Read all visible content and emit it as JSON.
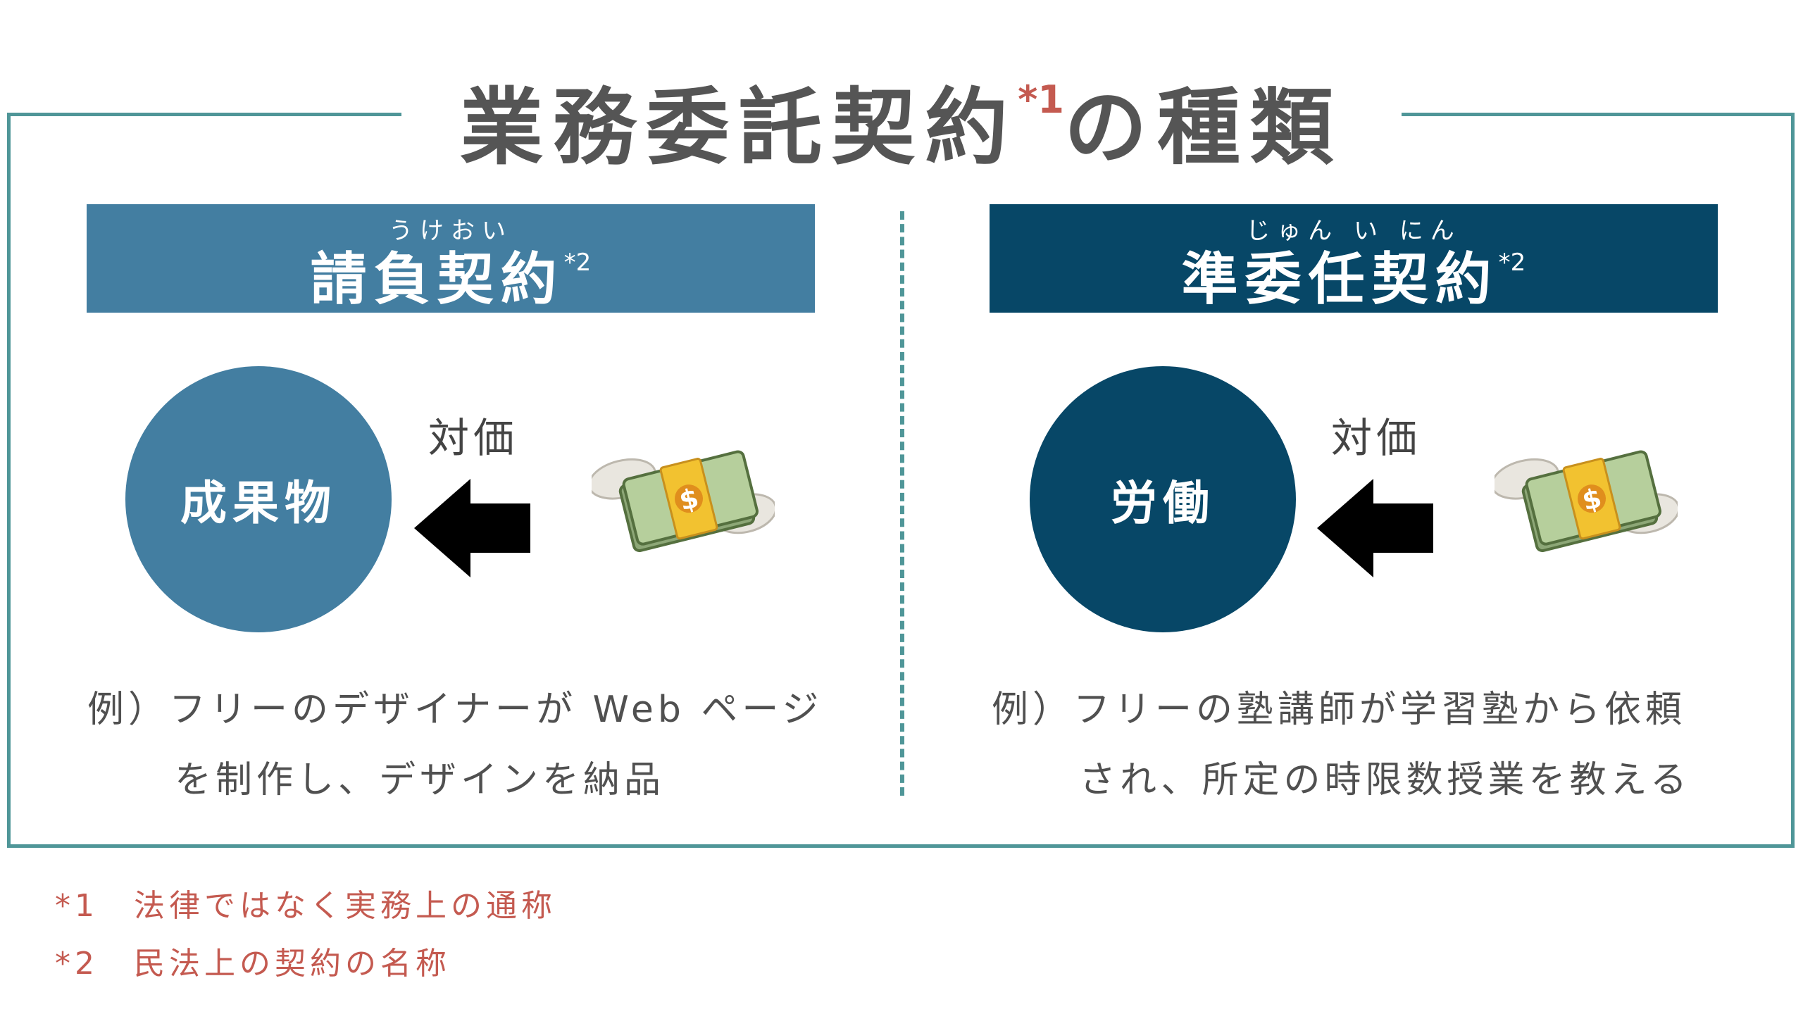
{
  "title": {
    "main": "業務委託契約",
    "sup": "*1",
    "suffix": "の種類"
  },
  "left": {
    "ruby": "うけおい",
    "name": "請負契約",
    "sup": "*2",
    "circle": "成果物",
    "price_label": "対価",
    "example_line1": "例）フリーのデザイナーが Web ページ",
    "example_line2": "を制作し、デザインを納品"
  },
  "right": {
    "ruby": "じゅん い にん",
    "name": "準委任契約",
    "sup": "*2",
    "circle": "労働",
    "price_label": "対価",
    "example_line1": "例）フリーの塾講師が学習塾から依頼",
    "example_line2": "され、所定の時限数授業を教える"
  },
  "notes": [
    {
      "mark": "*1",
      "text": "法律ではなく実務上の通称"
    },
    {
      "mark": "*2",
      "text": "民法上の契約の名称"
    }
  ],
  "icons": {
    "arrow": "left-arrow-icon",
    "money": "money-with-wings-icon"
  },
  "colors": {
    "frame": "#4f9698",
    "left_accent": "#437ea1",
    "right_accent": "#074767",
    "note": "#c45a50"
  }
}
